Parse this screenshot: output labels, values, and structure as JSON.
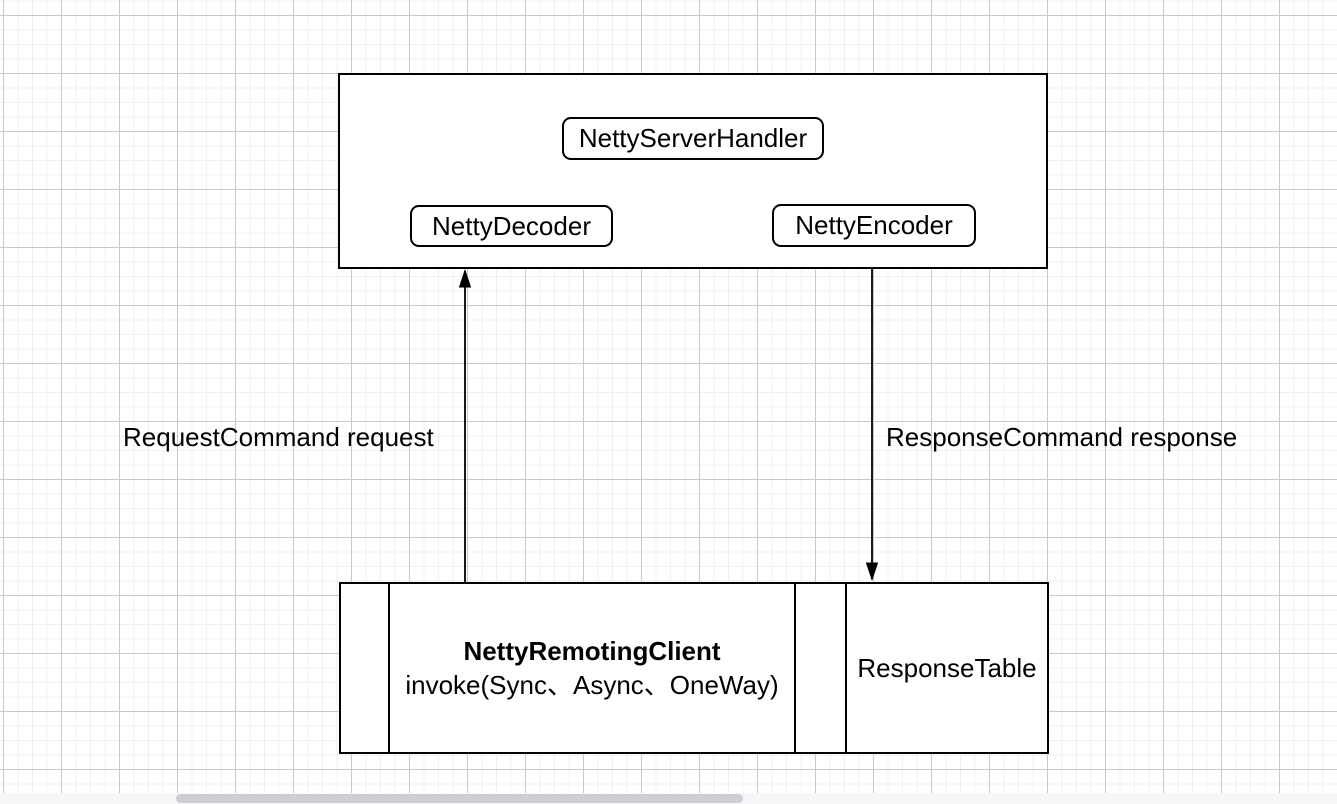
{
  "diagram": {
    "server_container": {
      "nodes": {
        "handler": {
          "label": "NettyServerHandler"
        },
        "decoder": {
          "label": "NettyDecoder"
        },
        "encoder": {
          "label": "NettyEncoder"
        }
      }
    },
    "client_box": {
      "title": "NettyRemotingClient",
      "subtitle": "invoke(Sync、Async、OneWay)",
      "response_table_label": "ResponseTable"
    },
    "edge_labels": {
      "request": "RequestCommand request",
      "response": "ResponseCommand response"
    },
    "colors": {
      "shape_stroke": "#000000",
      "shape_fill": "#ffffff",
      "text": "#000000",
      "grid_minor": "#f0f0f0",
      "grid_major": "#c9c9c9",
      "scrollbar_track": "#f5f6f8",
      "scrollbar_thumb": "#cdced1"
    }
  }
}
